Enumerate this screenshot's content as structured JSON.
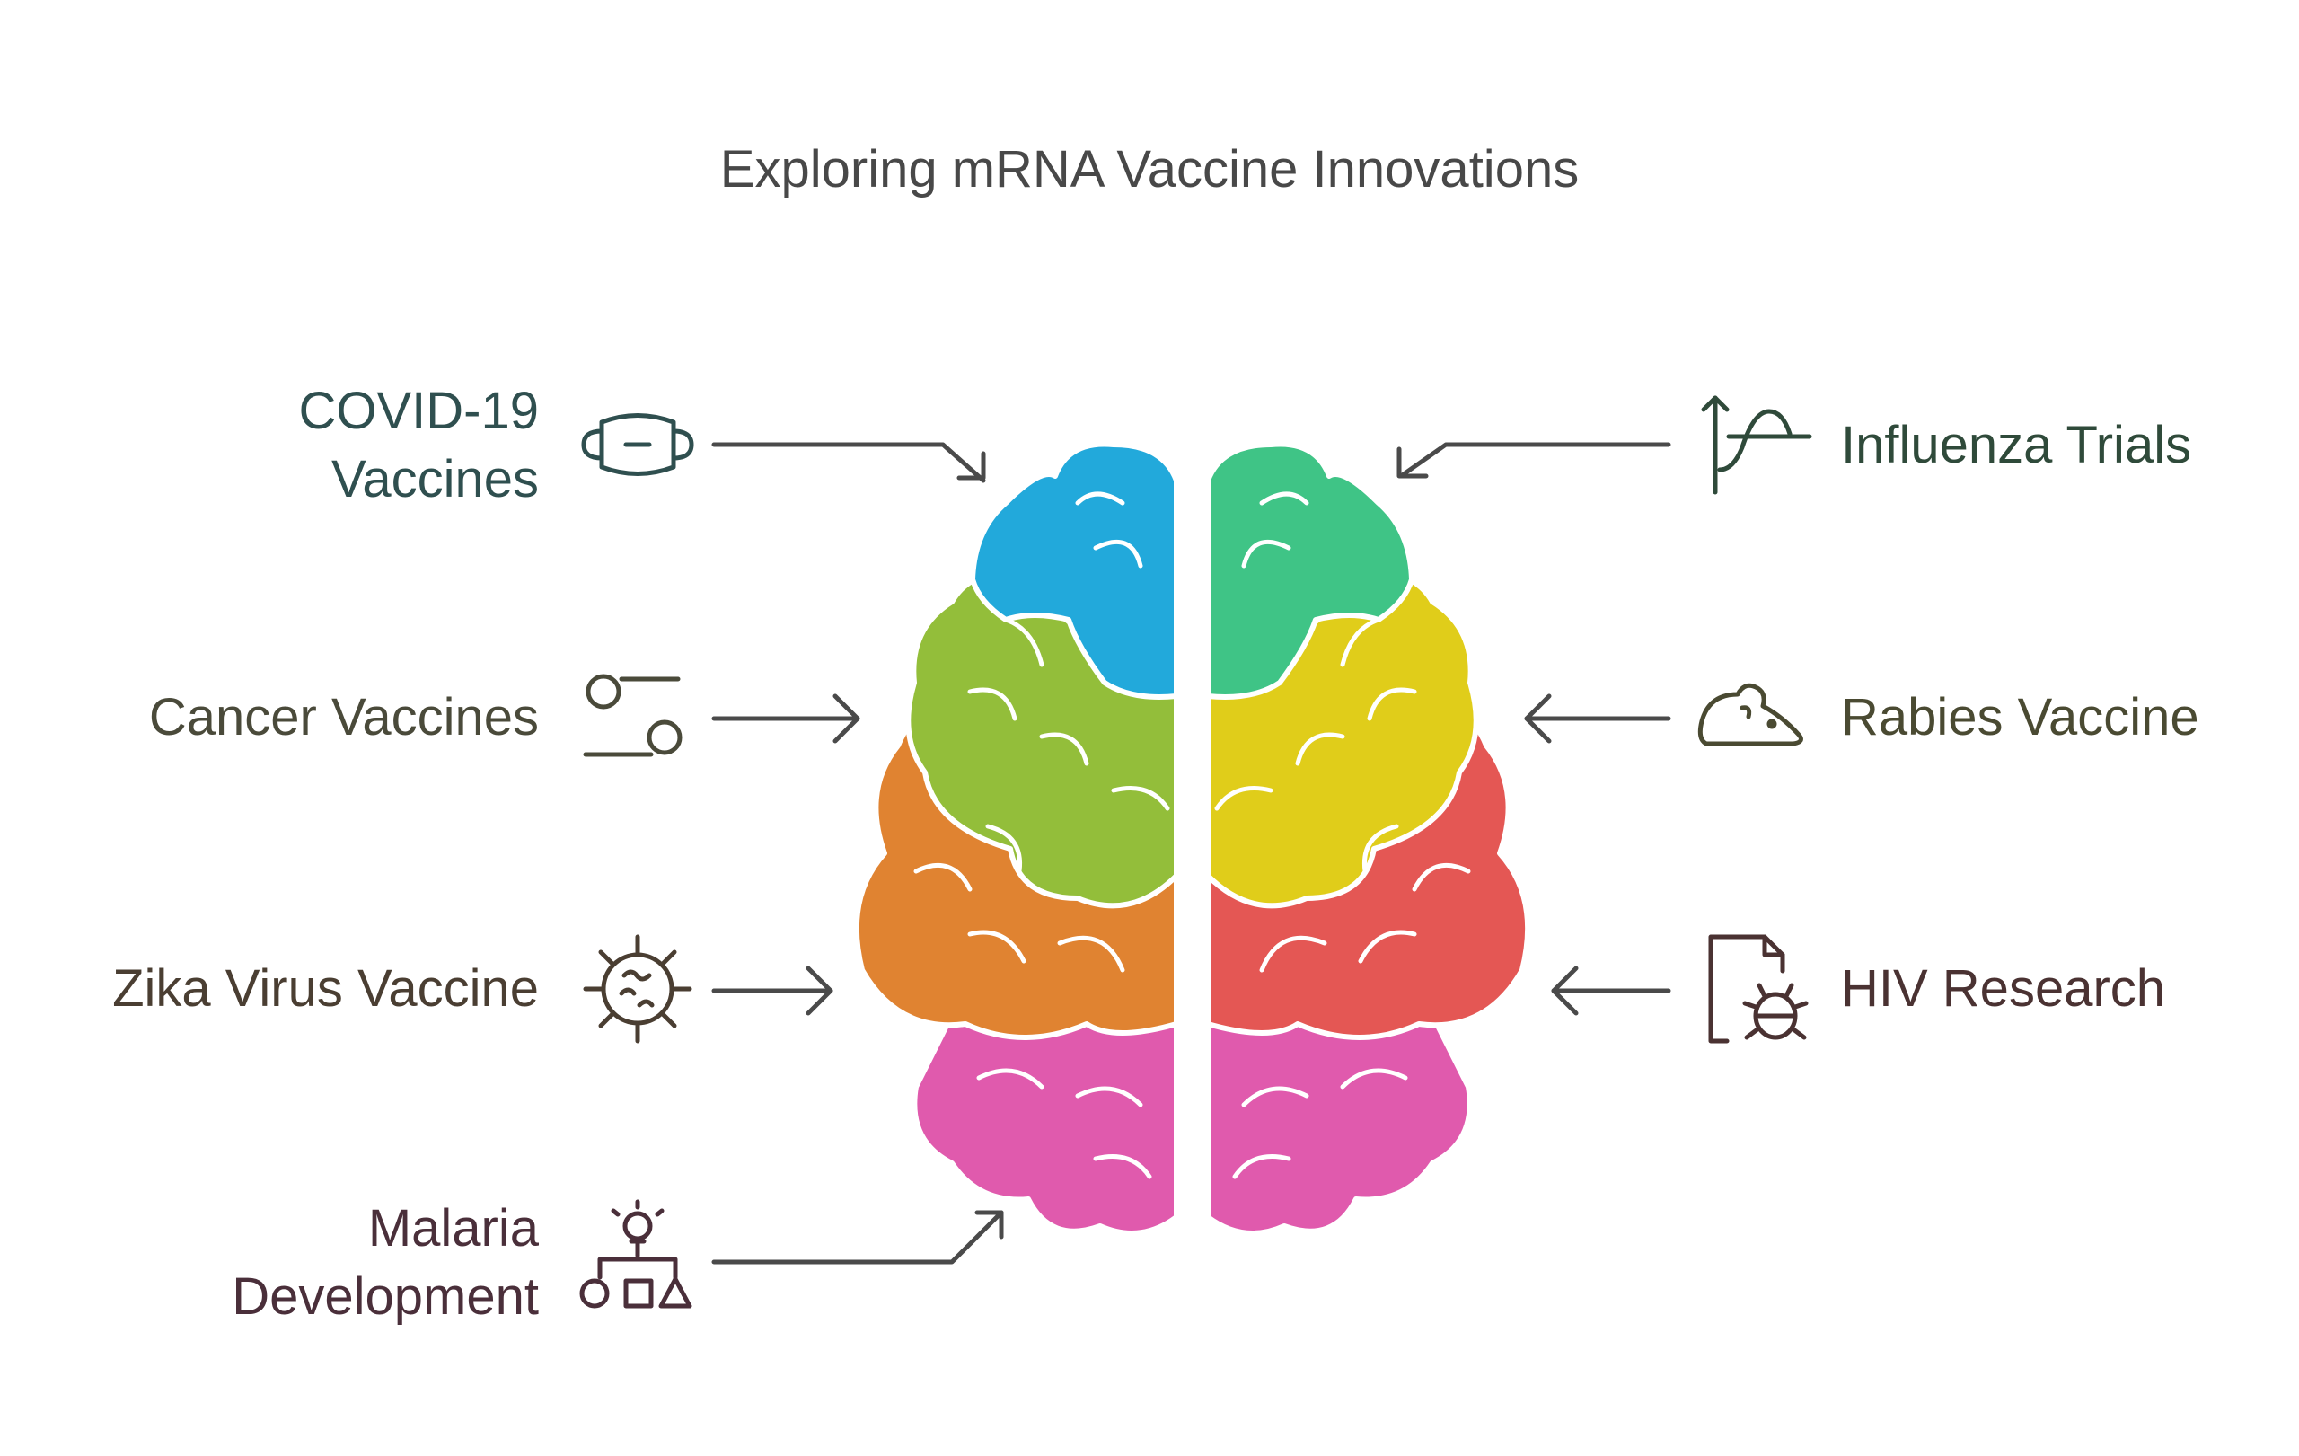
{
  "title": "Exploring mRNA Vaccine Innovations",
  "colors": {
    "blue": "#22a9db",
    "lime": "#93be3a",
    "orange": "#e08331",
    "pink": "#e05aad",
    "green": "#3fc486",
    "yellow": "#e0cd1a",
    "red": "#e45754",
    "text_dark": "#484848"
  },
  "items": [
    {
      "id": "covid",
      "label": "COVID-19\nVaccines",
      "icon": "face-mask-icon",
      "color": "#2f4f4f"
    },
    {
      "id": "cancer",
      "label": "Cancer Vaccines",
      "icon": "toggle-switch-icon",
      "color": "#4a4a3a"
    },
    {
      "id": "zika",
      "label": "Zika Virus Vaccine",
      "icon": "virus-icon",
      "color": "#4a3e32"
    },
    {
      "id": "malaria",
      "label": "Malaria\nDevelopment",
      "icon": "lightbulb-shapes-icon",
      "color": "#4a2f3a"
    },
    {
      "id": "influenza",
      "label": "Influenza Trials",
      "icon": "growth-wave-icon",
      "color": "#2f4a3a"
    },
    {
      "id": "rabies",
      "label": "Rabies Vaccine",
      "icon": "mouse-icon",
      "color": "#4a4a32"
    },
    {
      "id": "hiv",
      "label": "HIV Research",
      "icon": "document-bug-icon",
      "color": "#4a3232"
    }
  ]
}
